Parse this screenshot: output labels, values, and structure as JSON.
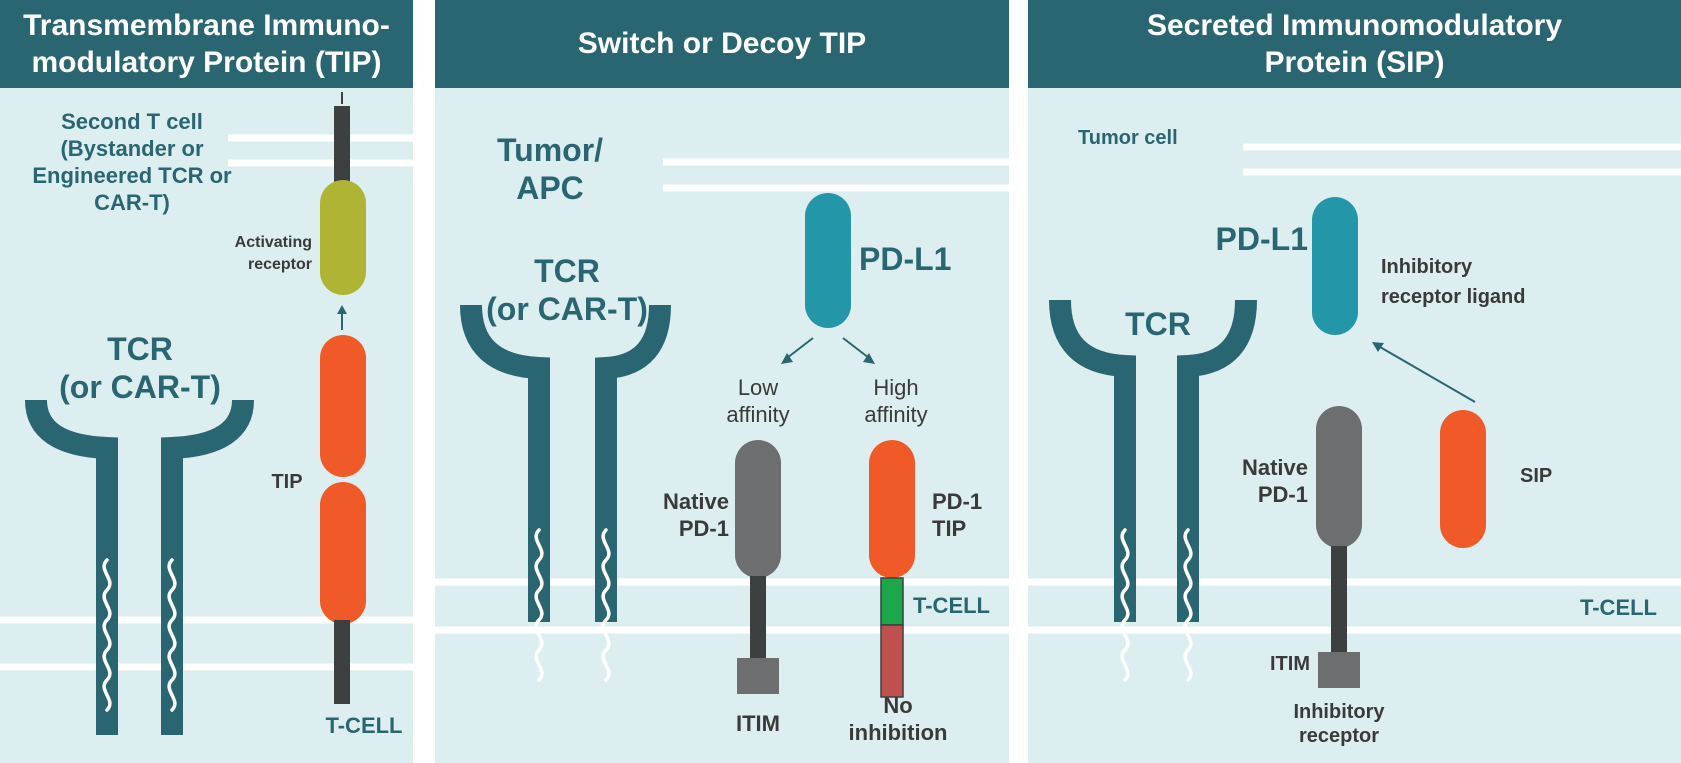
{
  "panels": [
    {
      "title": "Transmembrane Immuno-modulatory Protein (TIP)",
      "title_lines": [
        "Transmembrane Immuno-",
        "modulatory Protein (TIP)"
      ],
      "labels": {
        "second_t_cell": [
          "Second T cell",
          "(Bystander  or",
          "Engineered  TCR or",
          "CAR-T)"
        ],
        "activating_receptor": [
          "Activating",
          "receptor"
        ],
        "tcr": [
          "TCR",
          "(or CAR-T)"
        ],
        "tip": "TIP",
        "t_cell": "T-CELL"
      }
    },
    {
      "title": "Switch or Decoy TIP",
      "labels": {
        "tumor_apc": [
          "Tumor/",
          "APC"
        ],
        "tcr": [
          "TCR",
          "(or CAR-T)"
        ],
        "pd_l1": "PD-L1",
        "low_affinity": [
          "Low",
          "affinity"
        ],
        "high_affinity": [
          "High",
          "affinity"
        ],
        "native_pd1": [
          "Native",
          "PD-1"
        ],
        "pd1_tip": [
          "PD-1",
          "TIP"
        ],
        "t_cell": "T-CELL",
        "itim": "ITIM",
        "no_inhibition": [
          "No",
          "inhibition"
        ]
      }
    },
    {
      "title": "Secreted Immunomodulatory Protein (SIP)",
      "title_lines": [
        "Secreted Immunomodulatory",
        "Protein (SIP)"
      ],
      "labels": {
        "tumor_cell": "Tumor cell",
        "pd_l1": "PD-L1",
        "inhibitory_receptor_ligand": [
          "Inhibitory",
          "receptor  ligand"
        ],
        "tcr": "TCR",
        "native_pd1": [
          "Native",
          "PD-1"
        ],
        "sip": "SIP",
        "t_cell": "T-CELL",
        "itim": "ITIM",
        "inhibitory_receptor": [
          "Inhibitory",
          "receptor"
        ]
      }
    }
  ],
  "colors": {
    "header": "#2a6672",
    "background": "#ddeef0",
    "tcr": "#2a6672",
    "tip_orange": "#f05a28",
    "activating_olive": "#b0b435",
    "pd_l1_teal": "#2397a8",
    "native_gray": "#6d6e70",
    "stem_dark": "#3d4040",
    "green_segment": "#1aa84b",
    "red_segment": "#c0504d"
  }
}
